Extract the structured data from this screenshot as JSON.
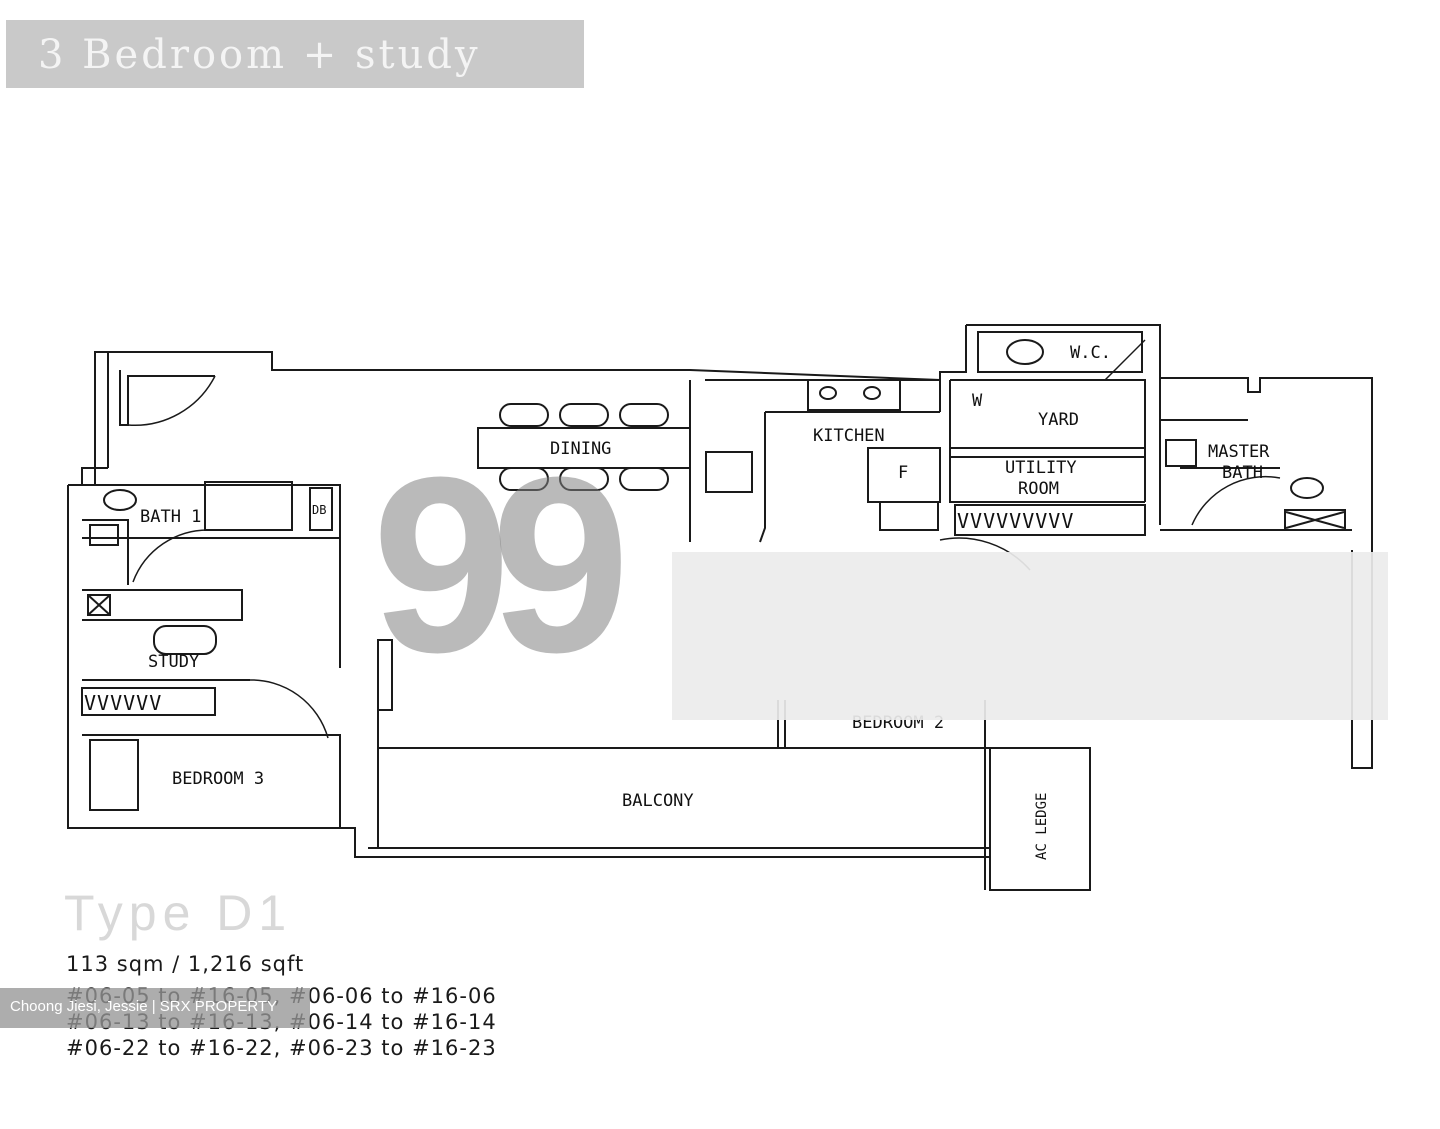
{
  "header": {
    "title": "3 Bedroom + study"
  },
  "rooms": {
    "dining": "DINING",
    "kitchen": "KITCHEN",
    "wc": "W.C.",
    "yard": "YARD",
    "w": "W",
    "f": "F",
    "utility_line1": "UTILITY",
    "utility_line2": "ROOM",
    "master_bath_line1": "MASTER",
    "master_bath_line2": "BATH",
    "bath1": "BATH 1",
    "db": "DB",
    "study": "STUDY",
    "bedroom3": "BEDROOM 3",
    "bedroom2": "BEDROOM 2",
    "balcony": "BALCONY",
    "ac_ledge": "AC LEDGE",
    "wardrobe_bedroom3": "VVVVVV",
    "wardrobe_utility": "VVVVVVVVV"
  },
  "watermark": {
    "text": "99"
  },
  "unit": {
    "type": "Type D1",
    "area": "113 sqm / 1,216 sqft",
    "units_line1": "#06-05 to #16-05, #06-06 to #16-06",
    "units_line2": "#06-13 to #16-13, #06-14 to #16-14",
    "units_line3": "#06-22 to #16-22, #06-23 to #16-23"
  },
  "agent": {
    "label": "Choong Jiesi, Jessie | SRX PROPERTY"
  },
  "colors": {
    "line": "#1a1a1a",
    "banner": "#c9c9c9",
    "watermark": "#828282"
  }
}
